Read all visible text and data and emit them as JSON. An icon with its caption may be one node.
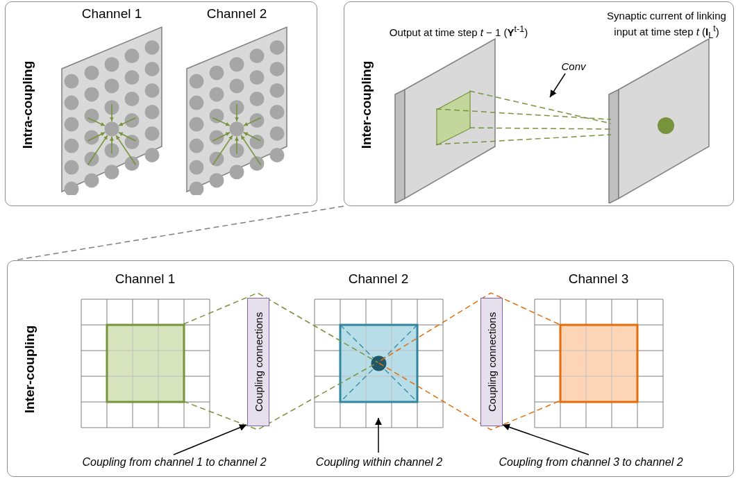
{
  "diagram": {
    "nodes": [
      {
        "text": [
          "Intra-coupling"
        ]
      },
      {
        "text": [
          "Channel 1"
        ],
        "in": 0
      },
      {
        "text": [
          "Channel 2"
        ],
        "in": 0
      },
      {
        "text": [
          "Inter-coupling"
        ]
      },
      {
        "text": [
          "Output at time step *t* − 1 (**Y**$^{t-1}$)"
        ],
        "in": 3
      },
      {
        "text": [
          "*Conv*"
        ],
        "in": 3
      },
      {
        "text": [
          "Synaptic current of linking input at time step *t* (**I**$_{L}$$^{t}$)"
        ],
        "in": 3
      },
      {
        "text": [
          "Inter-coupling"
        ]
      },
      {
        "text": [
          "Channel 1"
        ],
        "in": 7
      },
      {
        "text": [
          "Coupling connections"
        ],
        "in": 7
      },
      {
        "text": [
          "Channel 2"
        ],
        "in": 7
      },
      {
        "text": [
          "Coupling connections"
        ],
        "in": 7
      },
      {
        "text": [
          "Channel 3"
        ],
        "in": 7
      },
      {
        "text": [
          "Coupling from channel 1 to channel 2"
        ],
        "in": 7
      },
      {
        "text": [
          "Coupling within channel 2"
        ],
        "in": 7
      },
      {
        "text": [
          "Coupling from channel 3 to channel 2"
        ],
        "in": 7
      }
    ],
    "edges": [
      {
        "from": 3,
        "to": 7,
        "arrow": "none",
        "style": "dashed",
        "color": "#7f7f7f"
      },
      {
        "from": 4,
        "to": 6,
        "arrow": "none",
        "style": "dashed",
        "color": "#77933c"
      },
      {
        "from": 4,
        "to": 6,
        "arrow": "none",
        "style": "dashed",
        "color": "#77933c"
      },
      {
        "from": 4,
        "to": 6,
        "arrow": "none",
        "style": "dashed",
        "color": "#77933c"
      },
      {
        "from": 4,
        "to": 6,
        "arrow": "none",
        "style": "dashed",
        "color": "#77933c"
      },
      {
        "from": 5,
        "to": null,
        "arrow": "to",
        "color": "#000000"
      },
      {
        "from": 8,
        "to": 10,
        "arrow": "none",
        "style": "dashed",
        "color": "#77933c"
      },
      {
        "from": 8,
        "to": 10,
        "arrow": "none",
        "style": "dashed",
        "color": "#77933c"
      },
      {
        "from": 12,
        "to": 10,
        "arrow": "none",
        "style": "dashed",
        "color": "#e46c0a"
      },
      {
        "from": 12,
        "to": 10,
        "arrow": "none",
        "style": "dashed",
        "color": "#e46c0a"
      },
      {
        "from": 13,
        "to": 9,
        "arrow": "to",
        "color": "#000000"
      },
      {
        "from": 14,
        "to": 10,
        "arrow": "to",
        "color": "#000000"
      },
      {
        "from": 15,
        "to": 11,
        "arrow": "to",
        "color": "#000000"
      }
    ]
  }
}
